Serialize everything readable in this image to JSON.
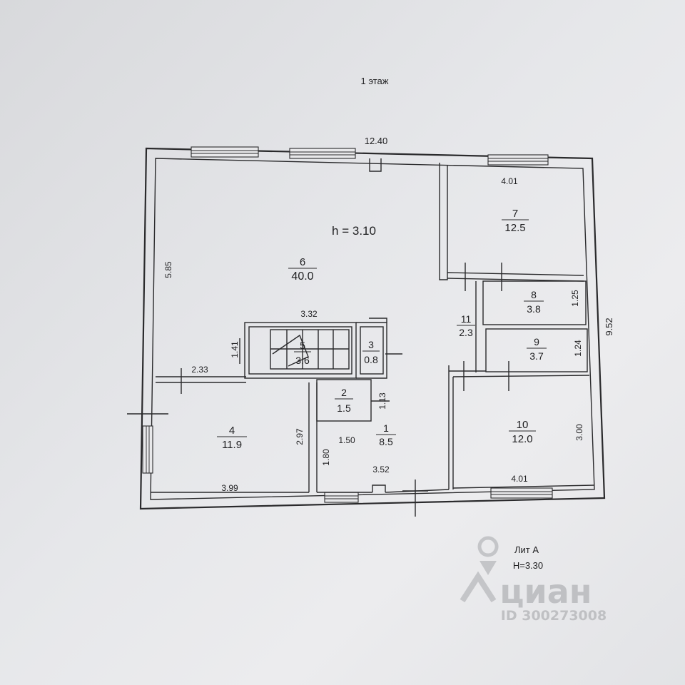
{
  "floor_title": "1 этаж",
  "overall_width": "12.40",
  "overall_depth": "9.52",
  "ceiling_height": "h = 3.10",
  "rooms": [
    {
      "num": "1",
      "area": "8.5"
    },
    {
      "num": "2",
      "area": "1.5"
    },
    {
      "num": "3",
      "area": "0.8"
    },
    {
      "num": "4",
      "area": "11.9"
    },
    {
      "num": "5",
      "area": "3.6"
    },
    {
      "num": "6",
      "area": "40.0"
    },
    {
      "num": "7",
      "area": "12.5"
    },
    {
      "num": "8",
      "area": "3.8"
    },
    {
      "num": "9",
      "area": "3.7"
    },
    {
      "num": "10",
      "area": "12.0"
    },
    {
      "num": "11",
      "area": "2.3"
    }
  ],
  "dims": {
    "d_585": "5.85",
    "d_332": "3.32",
    "d_141": "1.41",
    "d_233": "2.33",
    "d_401_top": "4.01",
    "d_125": "1.25",
    "d_124": "1.24",
    "d_113": "1.13",
    "d_297": "2.97",
    "d_150": "1.50",
    "d_180": "1.80",
    "d_352": "3.52",
    "d_399": "3.99",
    "d_300": "3.00",
    "d_401_bot": "4.01"
  },
  "lit": "Лит А",
  "lit_height": "H=3.30",
  "watermark_brand": "циан",
  "watermark_id": "ID 300273008"
}
